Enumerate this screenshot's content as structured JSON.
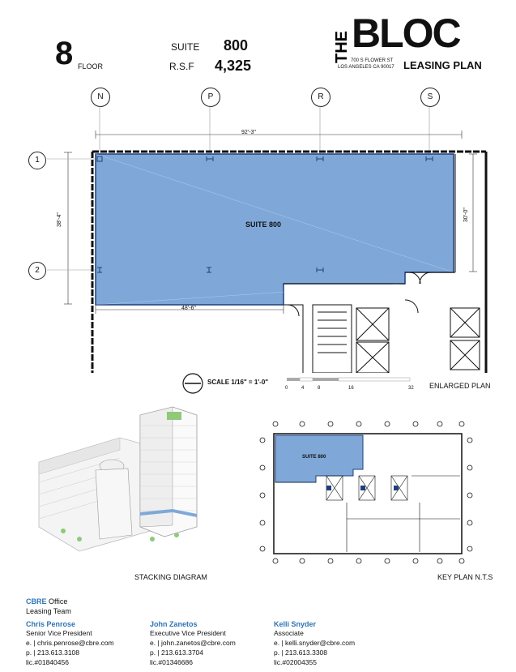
{
  "header": {
    "floor_number": "8",
    "floor_label": "FLOOR",
    "suite_label": "SUITE",
    "suite_value": "800",
    "rsf_label": "R.S.F",
    "rsf_value": "4,325",
    "logo_the": "THE",
    "logo_bloc": "BLOC",
    "address_line1": "700 S FLOWER ST",
    "address_line2": "LOS ANGELES CA 90017",
    "leasing_plan": "LEASING PLAN"
  },
  "plan": {
    "column_labels": [
      "N",
      "P",
      "R",
      "S"
    ],
    "row_labels": [
      "1",
      "2"
    ],
    "dim_top": "92'-3\"",
    "dim_left": "38'-4\"",
    "dim_right": "30'-0\"",
    "dim_bottom": "48'-6\"",
    "suite_name": "SUITE 800",
    "suite_fill": "#7fa8d9",
    "scale_text": "SCALE 1/16\" = 1'-0\"",
    "scale_ticks": [
      "0",
      "4",
      "8",
      "16",
      "32"
    ],
    "enlarged_caption": "ENLARGED PLAN"
  },
  "diagrams": {
    "stacking_caption": "STACKING DIAGRAM",
    "key_plan_caption": "KEY PLAN N.T.S",
    "key_plan_suite": "SUITE 800"
  },
  "footer": {
    "company": "CBRE",
    "company_suffix": "Office",
    "team": "Leasing Team",
    "contacts": [
      {
        "name": "Chris Penrose",
        "title": "Senior Vice President",
        "email": "e. | chris.penrose@cbre.com",
        "phone": "p. | 213.613.3108",
        "license": "lic.#01840456"
      },
      {
        "name": "John Zanetos",
        "title": "Executive Vice President",
        "email": "e. | john.zanetos@cbre.com",
        "phone": "p. | 213.613.3704",
        "license": "lic.#01346686"
      },
      {
        "name": "Kelli Snyder",
        "title": "Associate",
        "email": "e. | kelli.snyder@cbre.com",
        "phone": "p. | 213.613.3308",
        "license": "lic.#02004355"
      }
    ]
  }
}
